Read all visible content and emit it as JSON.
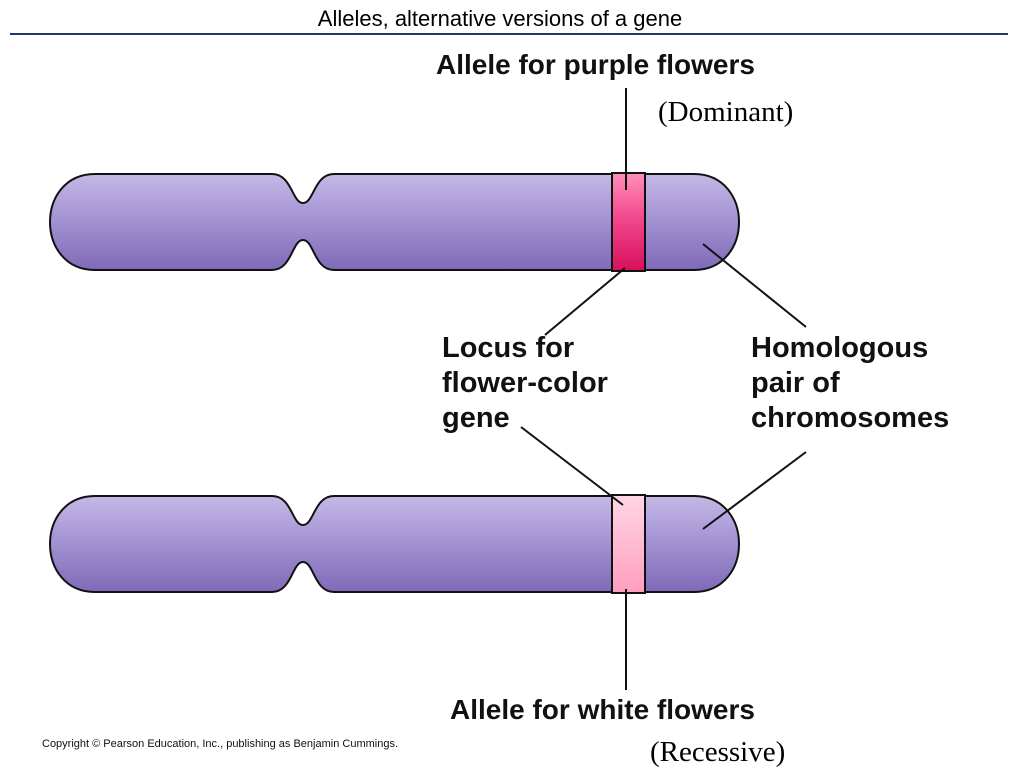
{
  "title": "Alleles, alternative versions of a gene",
  "labels": {
    "allele_purple": "Allele for purple flowers",
    "dominant": "(Dominant)",
    "locus": [
      "Locus for",
      "flower-color",
      "gene"
    ],
    "homologous": [
      "Homologous",
      "pair of",
      "chromosomes"
    ],
    "allele_white": "Allele for white flowers",
    "recessive": "(Recessive)"
  },
  "copyright": "Copyright © Pearson Education, Inc., publishing as Benjamin Cummings.",
  "colors": {
    "chromosome_fill": "#9b89c9",
    "chromosome_outline": "#111111",
    "dominant_band": "#ee3c82",
    "recessive_band": "#ffb0cc",
    "title_rule": "#1f3a6e"
  }
}
